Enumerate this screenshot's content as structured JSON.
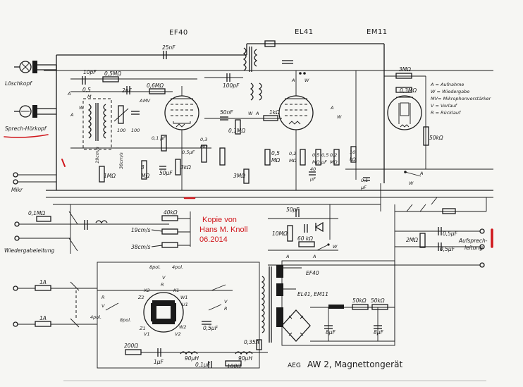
{
  "tubes": {
    "ef40": "EF40",
    "el41": "EL41",
    "em11": "EM11"
  },
  "heads": {
    "erase": "Löschkopf",
    "rec_play": "Sprech-Hörkopf"
  },
  "mic": "Mikr",
  "playback_line": "Wiedergabeleitung",
  "record_line": "Aufsprech-leitung",
  "speeds": {
    "s19": "19cm/s",
    "s38": "38cm/s"
  },
  "legend": [
    "A = Aufnahme",
    "W = Wiedergabe",
    "MV= Mikrophonverstärker",
    "V = Vorlauf",
    "R = Rücklauf"
  ],
  "knoll": [
    "Kopie  von",
    "Hans M. Knoll",
    "06.2014"
  ],
  "title": {
    "brand": "AEG",
    "model": "AW 2, Magnettongerät"
  },
  "switch_letters": {
    "A": "A",
    "W": "W",
    "V": "V",
    "R": "R",
    "MV": "MV"
  },
  "fuse": "1A",
  "motor_labels": {
    "pol8": "8pol.",
    "pol4": "4pol.",
    "Z2": "Z2",
    "X2": "X2",
    "K1": "K1",
    "W1": "W1",
    "Z1": "Z1",
    "V1": "V1",
    "W2": "W2",
    "V2": "V2",
    "U1": "U1"
  },
  "psu_labels": {
    "ef40": "EF40",
    "el41em11": "EL41, EM11"
  },
  "values": {
    "c25n": "25nF",
    "c10p": "10pF",
    "r05m": "0,5MΩ",
    "c2n": "2nF",
    "r06m": "0,6MΩ",
    "c100p": "100pF",
    "r05": "0,5",
    "m": "M",
    "c50n": "50nF",
    "r01m": "0,1MΩ",
    "r1k": "1kΩ",
    "c01u": "0,1 µF",
    "c05u": "0,5µF",
    "c50u": "50µF",
    "r3k": "3kΩ",
    "r3m": "3MΩ",
    "r1m": "1MΩ",
    "r02m": "0,2 MΩ",
    "r05m2": "0,5 MΩ",
    "c05u2": "0,5 µF",
    "c40u": "40 µF",
    "r10k": "10 kΩ",
    "r3mE": "3MΩ",
    "r03m": "0,3MΩ",
    "r50k": "50kΩ",
    "c01u2": "0,1 µF",
    "c50p": "50pF",
    "r10m": "10MΩ",
    "r60k": "60 kΩ",
    "r2m": "2MΩ",
    "c05uA": "0,5µF",
    "c05uB": "0,5µF",
    "r01mP": "0,1MΩ",
    "r40k": "40kΩ",
    "r200": "200Ω",
    "c1u": "1µF",
    "l90": "90µH",
    "c01u3": "0,1µF",
    "r100": "100Ω",
    "l90b": "90µH",
    "f035": "0,35A",
    "c05u3": "0,5µF",
    "r50kA": "50kΩ",
    "r50kB": "50kΩ",
    "c8a": "8µF",
    "c8b": "8µF"
  }
}
